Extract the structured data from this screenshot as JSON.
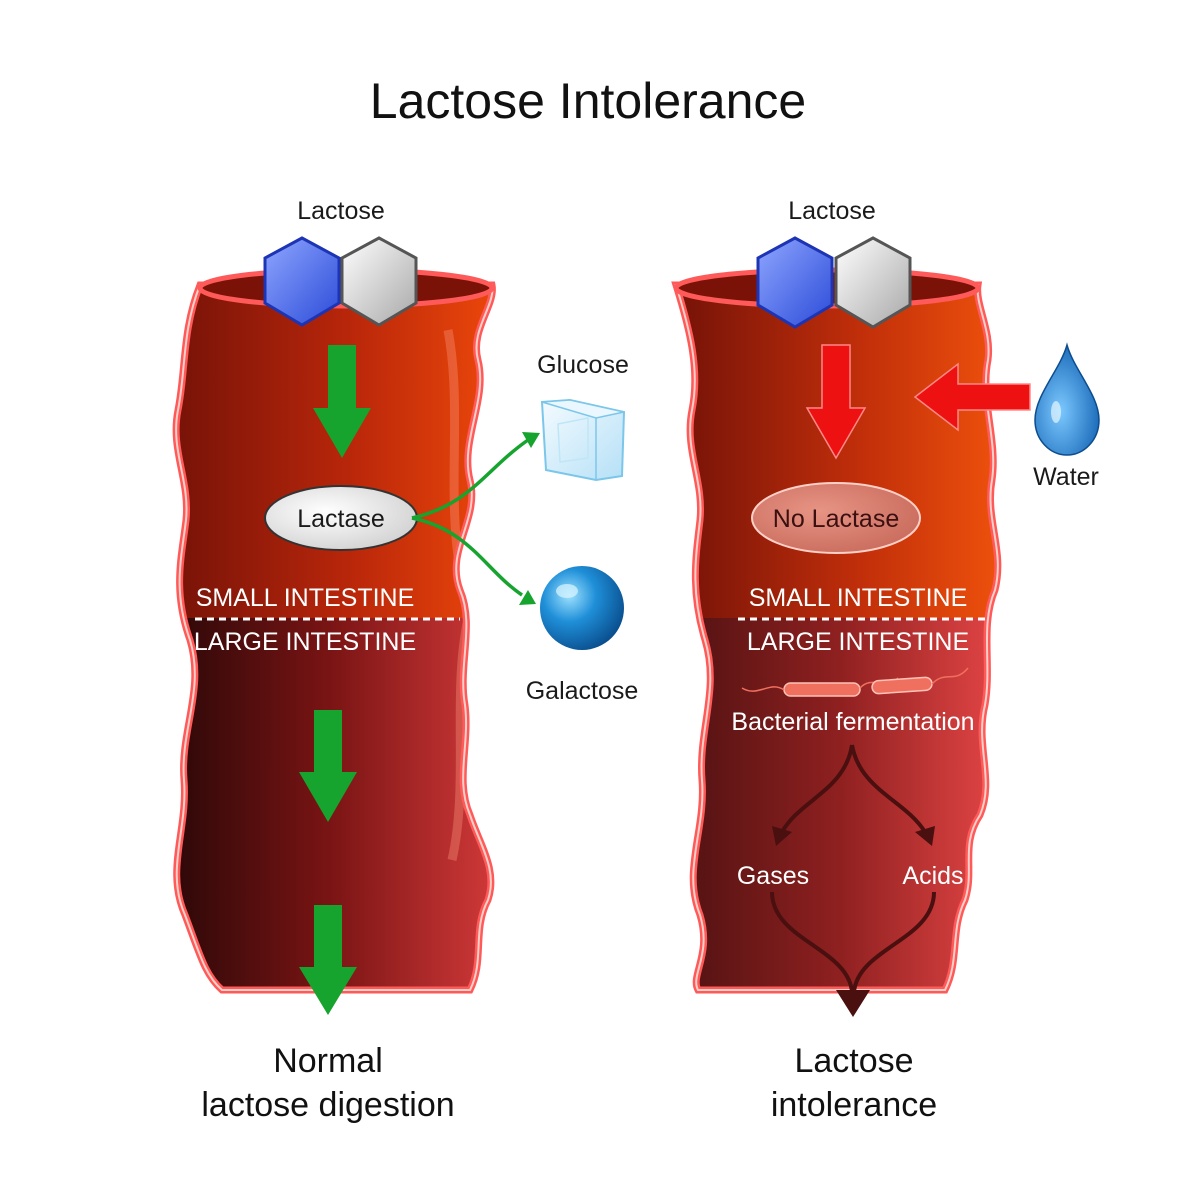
{
  "title": "Lactose Intolerance",
  "left": {
    "lactose_label": "Lactose",
    "enzyme_label": "Lactase",
    "small_intestine": "SMALL INTESTINE",
    "large_intestine": "LARGE INTESTINE",
    "outcome_line1": "Normal",
    "outcome_line2": "lactose digestion"
  },
  "products": {
    "glucose_label": "Glucose",
    "galactose_label": "Galactose"
  },
  "right": {
    "lactose_label": "Lactose",
    "enzyme_label": "No Lactase",
    "water_label": "Water",
    "small_intestine": "SMALL INTESTINE",
    "large_intestine": "LARGE INTESTINE",
    "fermentation_label": "Bacterial fermentation",
    "gases_label": "Gases",
    "acids_label": "Acids",
    "outcome_line1": "Lactose",
    "outcome_line2": "intolerance"
  },
  "colors": {
    "green_arrow": "#16a32e",
    "red_arrow": "#ee1111",
    "intestine_wall": "#ff5555",
    "dark_arrow": "#4a0f0f",
    "water_drop": "#1f86d9"
  }
}
